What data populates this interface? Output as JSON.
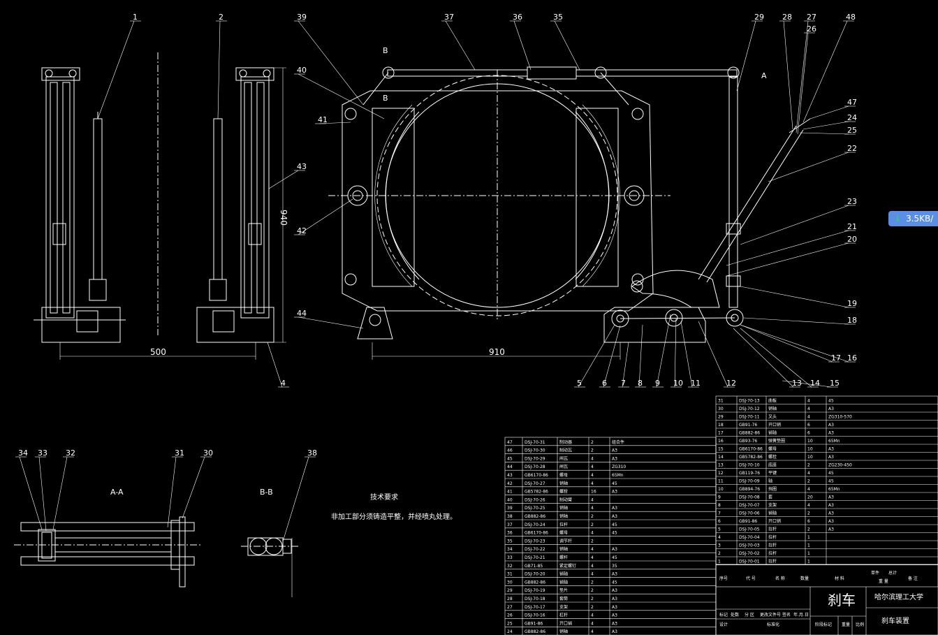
{
  "callouts": [
    "1",
    "2",
    "39",
    "40",
    "41",
    "42",
    "43",
    "44",
    "37",
    "36",
    "35",
    "29",
    "28",
    "27",
    "26",
    "48",
    "47",
    "24",
    "25",
    "23",
    "22",
    "21",
    "20",
    "19",
    "18",
    "17",
    "16",
    "15",
    "14",
    "13",
    "12",
    "11",
    "10",
    "9",
    "8",
    "7",
    "6",
    "5",
    "4",
    "34",
    "33",
    "32",
    "31",
    "30",
    "38"
  ],
  "dimensions": {
    "width_left": "500",
    "height_left": "940",
    "width_main": "910"
  },
  "section_labels": {
    "aa": "A-A",
    "bb": "B-B",
    "a": "A",
    "b": "B"
  },
  "tech_notes": {
    "heading": "技术要求",
    "body": "非加工部分须铸造平整，并经喷丸处理。"
  },
  "title_block": {
    "part_name": "刹车",
    "school": "哈尔滨理工大学",
    "drawing_title": "刹车装置",
    "header_cols": [
      "序号",
      "代 号",
      "名 称",
      "数量",
      "材 料",
      "单件",
      "总计",
      "备 注"
    ],
    "sub_labels": [
      "重 量",
      "标记",
      "处数",
      "分 区",
      "更改文件号",
      "签名",
      "年.月.日",
      "设计",
      "标准化",
      "阶段标记",
      "重量",
      "比例"
    ]
  },
  "bom_right_rows": [
    {
      "no": "31",
      "code": "DSJ-70-13",
      "name": "曲板",
      "qty": "4",
      "mat": "45"
    },
    {
      "no": "30",
      "code": "DSJ-70-12",
      "name": "销轴",
      "qty": "4",
      "mat": "A3"
    },
    {
      "no": "29",
      "code": "DSJ-70-11",
      "name": "叉头",
      "qty": "4",
      "mat": "ZG310-570"
    },
    {
      "no": "18",
      "code": "GB91-76",
      "name": "开口销",
      "qty": "6",
      "mat": "A3"
    },
    {
      "no": "17",
      "code": "GB882-86",
      "name": "销轴",
      "qty": "6",
      "mat": "A3"
    },
    {
      "no": "16",
      "code": "GB93-76",
      "name": "弹簧垫圈",
      "qty": "10",
      "mat": "65Mn"
    },
    {
      "no": "15",
      "code": "GB6170-86",
      "name": "螺母",
      "qty": "10",
      "mat": "A3"
    },
    {
      "no": "14",
      "code": "GB5782-86",
      "name": "螺栓",
      "qty": "10",
      "mat": "A3"
    },
    {
      "no": "13",
      "code": "DSJ-70-10",
      "name": "底座",
      "qty": "2",
      "mat": "ZG230-450"
    },
    {
      "no": "12",
      "code": "GB119-76",
      "name": "平键",
      "qty": "4",
      "mat": "45"
    },
    {
      "no": "11",
      "code": "DSJ-70-09",
      "name": "轴",
      "qty": "2",
      "mat": "45"
    },
    {
      "no": "10",
      "code": "GB894-76",
      "name": "挡圈",
      "qty": "4",
      "mat": "65Mn"
    },
    {
      "no": "9",
      "code": "DSJ-70-08",
      "name": "套",
      "qty": "20",
      "mat": "A3"
    },
    {
      "no": "8",
      "code": "DSJ-70-07",
      "name": "支架",
      "qty": "4",
      "mat": "A3"
    },
    {
      "no": "7",
      "code": "DSJ-70-06",
      "name": "销轴",
      "qty": "2",
      "mat": "A3"
    },
    {
      "no": "6",
      "code": "GB91-86",
      "name": "开口销",
      "qty": "6",
      "mat": "A3"
    },
    {
      "no": "5",
      "code": "DSJ-70-05",
      "name": "拉杆",
      "qty": "2",
      "mat": "A3"
    },
    {
      "no": "4",
      "code": "DSJ-70-04",
      "name": "拉杆",
      "qty": "1",
      "mat": ""
    },
    {
      "no": "3",
      "code": "DSJ-70-03",
      "name": "拉杆",
      "qty": "1",
      "mat": ""
    },
    {
      "no": "2",
      "code": "DSJ-70-02",
      "name": "拉杆",
      "qty": "1",
      "mat": ""
    },
    {
      "no": "1",
      "code": "DSJ-70-01",
      "name": "拉杆",
      "qty": "1",
      "mat": ""
    }
  ],
  "bom_left_rows": [
    {
      "no": "47",
      "code": "DSJ-70-31",
      "name": "制动器",
      "qty": "2",
      "mat": "组合件"
    },
    {
      "no": "46",
      "code": "DSJ-70-30",
      "name": "制动瓦",
      "qty": "2",
      "mat": "A3"
    },
    {
      "no": "45",
      "code": "DSJ-70-29",
      "name": "闸瓦",
      "qty": "4",
      "mat": "A3"
    },
    {
      "no": "44",
      "code": "DSJ-70-28",
      "name": "闸瓦",
      "qty": "4",
      "mat": "ZG310"
    },
    {
      "no": "43",
      "code": "GB6170-86",
      "name": "螺母",
      "qty": "4",
      "mat": "65Mn"
    },
    {
      "no": "42",
      "code": "DSJ-70-27",
      "name": "销轴",
      "qty": "4",
      "mat": "45"
    },
    {
      "no": "41",
      "code": "GB5782-86",
      "name": "螺栓",
      "qty": "16",
      "mat": "A3"
    },
    {
      "no": "40",
      "code": "DSJ-70-26",
      "name": "制动臂",
      "qty": "4",
      "mat": ""
    },
    {
      "no": "39",
      "code": "DSJ-70-25",
      "name": "销轴",
      "qty": "4",
      "mat": "A3"
    },
    {
      "no": "38",
      "code": "GB882-86",
      "name": "销轴",
      "qty": "2",
      "mat": "A3"
    },
    {
      "no": "37",
      "code": "DSJ-70-24",
      "name": "拉杆",
      "qty": "2",
      "mat": "45"
    },
    {
      "no": "36",
      "code": "GB6170-86",
      "name": "螺母",
      "qty": "4",
      "mat": "45"
    },
    {
      "no": "35",
      "code": "DSJ-70-23",
      "name": "调节杆",
      "qty": "2",
      "mat": ""
    },
    {
      "no": "34",
      "code": "DSJ-70-22",
      "name": "销轴",
      "qty": "4",
      "mat": "A3"
    },
    {
      "no": "33",
      "code": "DSJ-70-21",
      "name": "螺杆",
      "qty": "4",
      "mat": "45"
    },
    {
      "no": "32",
      "code": "GB71-85",
      "name": "紧定螺钉",
      "qty": "4",
      "mat": "35"
    },
    {
      "no": "31",
      "code": "DSJ-70-20",
      "name": "销轴",
      "qty": "4",
      "mat": "A3"
    },
    {
      "no": "30",
      "code": "GB882-86",
      "name": "销轴",
      "qty": "2",
      "mat": "45"
    },
    {
      "no": "29",
      "code": "DSJ-70-19",
      "name": "垫片",
      "qty": "2",
      "mat": "A3"
    },
    {
      "no": "28",
      "code": "DSJ-70-18",
      "name": "套筒",
      "qty": "2",
      "mat": "A3"
    },
    {
      "no": "27",
      "code": "DSJ-70-17",
      "name": "支架",
      "qty": "2",
      "mat": "A3"
    },
    {
      "no": "26",
      "code": "DSJ-70-16",
      "name": "杠杆",
      "qty": "4",
      "mat": "A3"
    },
    {
      "no": "25",
      "code": "GB91-86",
      "name": "开口销",
      "qty": "4",
      "mat": "A3"
    },
    {
      "no": "24",
      "code": "GB882-86",
      "name": "销轴",
      "qty": "4",
      "mat": "A3"
    }
  ],
  "badge": {
    "label": "3.5KB/"
  }
}
